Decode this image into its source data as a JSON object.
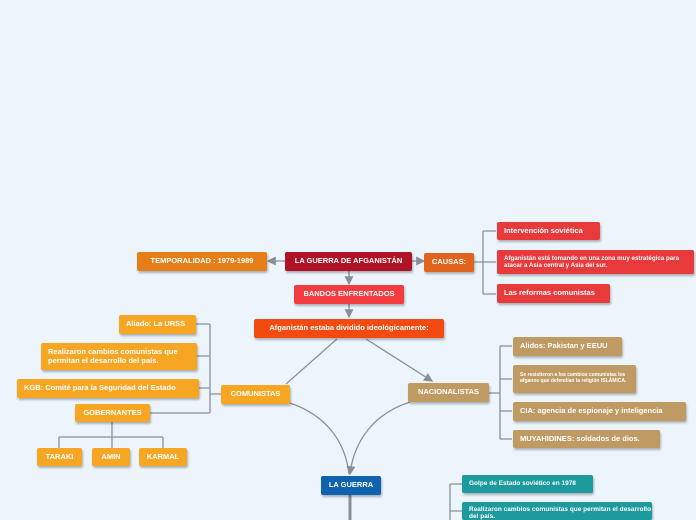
{
  "colors": {
    "background": "#edf5fc",
    "connector": "#8a8f97",
    "root": "#b01226",
    "causas": "#e0631e",
    "causa_items": "#e8393b",
    "temporalidad": "#e57e17",
    "bandos": "#f23c3f",
    "dividido": "#f24a10",
    "comunistas": "#f6a623",
    "nacionalistas": "#bf9a63",
    "guerra": "#0f62ae",
    "guerra_items": "#1c9a9e"
  },
  "root": {
    "label": "LA GUERRA DE AFGANISTÁN"
  },
  "causas": {
    "label": "CAUSAS:",
    "items": [
      "Intervención soviética",
      "Afganistán está tomando en una zona muy estratégica para atacar a Asia central y Asia del sur.",
      "Las reformas comunistas"
    ]
  },
  "temporalidad": {
    "label": "TEMPORALIDAD : 1979-1989"
  },
  "bandos": {
    "label": "BANDOS ENFRENTADOS"
  },
  "dividido": {
    "label": "Afganistán estaba dividido ideológicamente:"
  },
  "comunistas": {
    "label": "COMUNISTAS",
    "items": [
      "Aliado: La URSS",
      "Realizaron cambios comunistas que permitan el desarrollo del país.",
      "KGB: Comité para la Seguridad del Estado"
    ],
    "gobernantes": {
      "label": "GOBERNANTES",
      "items": [
        "TARAKI",
        "AMIN",
        "KARMAL"
      ]
    }
  },
  "nacionalistas": {
    "label": "NACIONALISTAS",
    "items": [
      "Alidos: Pakistan y EEUU",
      "Se resistieron a los cambios comunistas los afganos que defendían la religión ISLÁMICA.",
      "CIA: agencia de espionaje y inteligencia",
      "MUYAHIDINES: soldados de dios."
    ]
  },
  "guerra": {
    "label": "LA GUERRA",
    "items": [
      "Golpe de Estado soviético en 1978",
      "Realizaron cambios comunistas que permitan el desarrollo del país."
    ]
  }
}
